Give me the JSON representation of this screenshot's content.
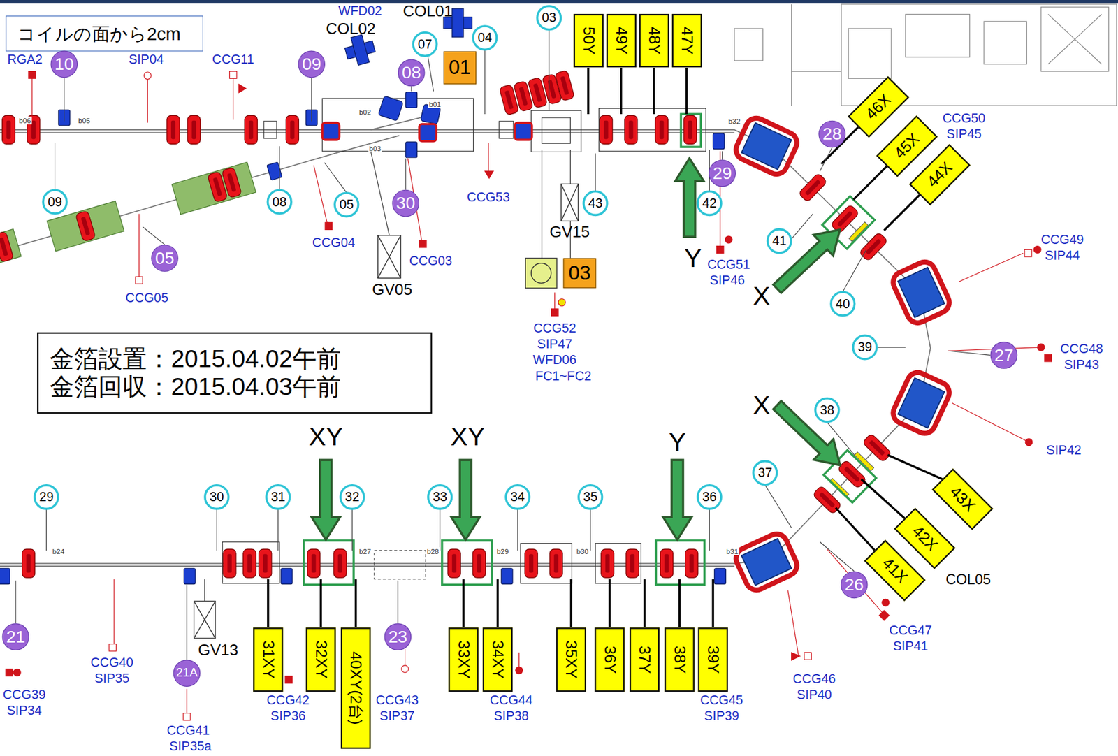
{
  "diagram": {
    "nodes": [
      {
        "text": [
          "コイルの面から2cm"
        ]
      },
      {
        "text": [
          "03"
        ]
      },
      {
        "text": [
          "50Y"
        ]
      },
      {
        "text": [
          "49Y"
        ]
      },
      {
        "text": [
          "48Y"
        ]
      },
      {
        "text": [
          "47Y"
        ]
      },
      {
        "text": [
          "07"
        ]
      },
      {
        "text": [
          "04"
        ]
      },
      {
        "text": [
          "01"
        ]
      },
      {
        "text": [
          "10"
        ]
      },
      {
        "text": [
          "09"
        ]
      },
      {
        "text": [
          "08"
        ]
      },
      {
        "text": [
          "46X"
        ]
      },
      {
        "text": [
          "28"
        ]
      },
      {
        "text": [
          "45X"
        ]
      },
      {
        "text": [
          "44X"
        ]
      },
      {
        "text": [
          "29"
        ]
      },
      {
        "text": [
          "09"
        ]
      },
      {
        "text": [
          "08"
        ]
      },
      {
        "text": [
          "05"
        ]
      },
      {
        "text": [
          "30"
        ]
      },
      {
        "text": [
          "43"
        ]
      },
      {
        "text": [
          "42"
        ]
      },
      {
        "text": [
          "41"
        ]
      },
      {
        "text": [
          "05"
        ]
      },
      {
        "text": [
          "03"
        ]
      },
      {
        "text": [
          "40"
        ]
      },
      {
        "text": [
          "金箔設置：2015.04.02午前",
          "金箔回収：2015.04.03午前"
        ]
      },
      {
        "text": [
          "39"
        ]
      },
      {
        "text": [
          "27"
        ]
      },
      {
        "text": [
          "38"
        ]
      },
      {
        "text": [
          "43X"
        ]
      },
      {
        "text": [
          "37"
        ]
      },
      {
        "text": [
          "29"
        ]
      },
      {
        "text": [
          "30"
        ]
      },
      {
        "text": [
          "31"
        ]
      },
      {
        "text": [
          "32"
        ]
      },
      {
        "text": [
          "33"
        ]
      },
      {
        "text": [
          "34"
        ]
      },
      {
        "text": [
          "35"
        ]
      },
      {
        "text": [
          "36"
        ]
      },
      {
        "text": [
          "42X"
        ]
      },
      {
        "text": [
          "41X"
        ]
      },
      {
        "text": [
          "26"
        ]
      },
      {
        "text": [
          "21"
        ]
      },
      {
        "text": [
          "31XY"
        ]
      },
      {
        "text": [
          "32XY"
        ]
      },
      {
        "text": [
          "40XY(2台)"
        ]
      },
      {
        "text": [
          "23"
        ]
      },
      {
        "text": [
          "33XY"
        ]
      },
      {
        "text": [
          "34XY"
        ]
      },
      {
        "text": [
          "35XY"
        ]
      },
      {
        "text": [
          "36Y"
        ]
      },
      {
        "text": [
          "37Y"
        ]
      },
      {
        "text": [
          "38Y"
        ]
      },
      {
        "text": [
          "39Y"
        ]
      },
      {
        "text": [
          "21A"
        ]
      }
    ],
    "labels": [
      "COL01",
      "WFD02",
      "COL02",
      "RGA2",
      "SIP04",
      "CCG11",
      "b06",
      "b05",
      "b02",
      "b01",
      "b03",
      "b32",
      "CCG50",
      "SIP45",
      "CCG53",
      "GV15",
      "CCG04",
      "Y",
      "CCG51",
      "SIP46",
      "CCG49",
      "SIP44",
      "CCG03",
      "GV05",
      "X",
      "CCG05",
      "CCG52",
      "SIP47",
      "WFD06",
      "FC1~FC2",
      "CCG48",
      "SIP43",
      "X",
      "XY",
      "XY",
      "Y",
      "SIP42",
      "b24",
      "b27",
      "b28",
      "b29",
      "b30",
      "b31",
      "COL05",
      "CCG47",
      "SIP41",
      "CCG40",
      "SIP35",
      "GV13",
      "CCG46",
      "SIP40",
      "CCG39",
      "SIP34",
      "CCG42",
      "SIP36",
      "CCG43",
      "SIP37",
      "CCG44",
      "SIP38",
      "CCG45",
      "SIP39",
      "CCG41",
      "SIP35a"
    ]
  }
}
